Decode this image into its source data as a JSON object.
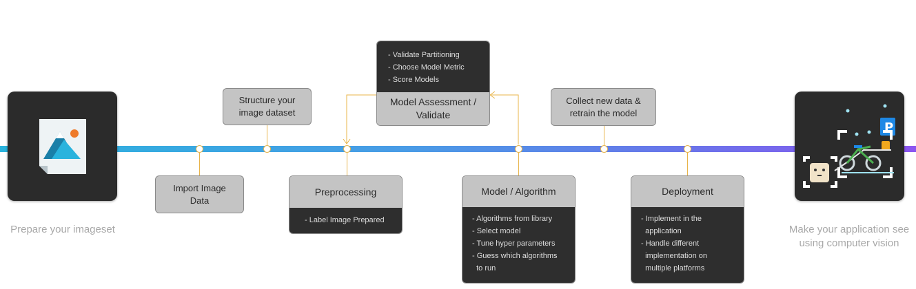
{
  "left_caption": "Prepare your imageset",
  "right_caption_lines": [
    "Make your application see",
    "using computer vision"
  ],
  "steps": {
    "import": "Import Image Data",
    "structure": "Structure your image dataset",
    "preprocessing": {
      "title": "Preprocessing",
      "items": [
        "- Label Image Prepared"
      ]
    },
    "assessment": {
      "title": "Model Assessment / Validate",
      "items": [
        "- Validate Partitioning",
        "- Choose Model Metric",
        "- Score Models"
      ]
    },
    "algorithm": {
      "title": "Model / Algorithm",
      "items": [
        "- Algorithms from library",
        "- Select model",
        "- Tune hyper parameters",
        "- Guess which algorithms",
        "  to run"
      ]
    },
    "collect": "Collect new data & retrain the model",
    "deployment": {
      "title": "Deployment",
      "items": [
        "- Implement in the",
        "  application",
        "- Handle different",
        "  implementation on",
        "  multiple platforms"
      ]
    }
  },
  "icons": {
    "left": "image-file-icon",
    "right": "computer-vision-icon"
  },
  "colors": {
    "timeline_start": "#2ab3dd",
    "timeline_end": "#8c55f0",
    "connector": "#e8b44a",
    "box_light": "#c4c4c4",
    "box_dark": "#2e2e2e"
  }
}
